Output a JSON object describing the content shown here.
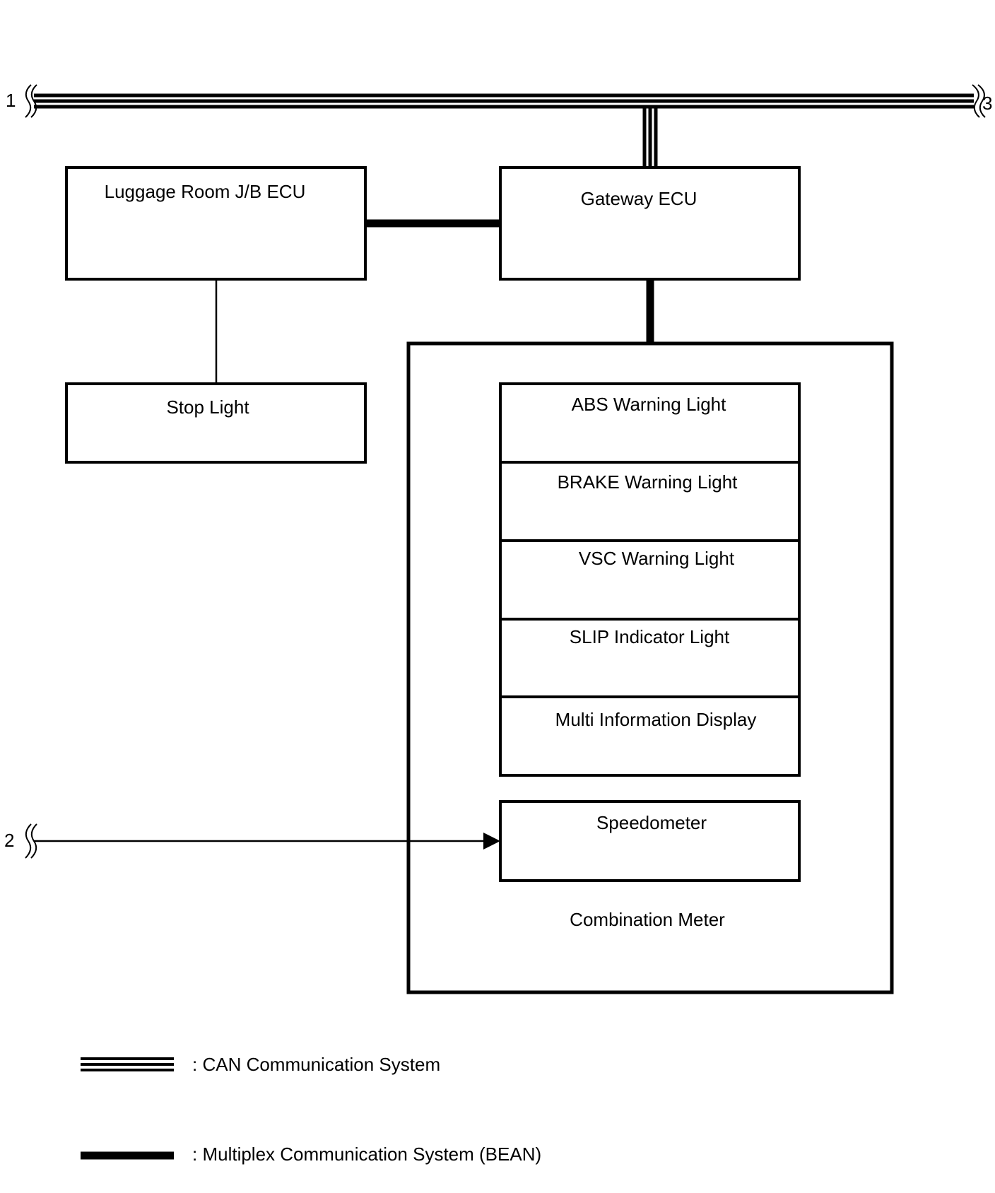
{
  "references": {
    "ref1": "1",
    "ref2": "2",
    "ref3": "3"
  },
  "boxes": {
    "luggage_room_jb_ecu": "Luggage Room J/B ECU",
    "gateway_ecu": "Gateway ECU",
    "stop_light": "Stop Light",
    "abs_warning_light": "ABS Warning Light",
    "brake_warning_light": "BRAKE Warning Light",
    "vsc_warning_light": "VSC Warning Light",
    "slip_indicator_light": "SLIP Indicator Light",
    "multi_information_display": "Multi Information Display",
    "speedometer": "Speedometer",
    "combination_meter": "Combination Meter"
  },
  "legend": {
    "can": ": CAN Communication System",
    "bean": ": Multiplex Communication System (BEAN)"
  }
}
